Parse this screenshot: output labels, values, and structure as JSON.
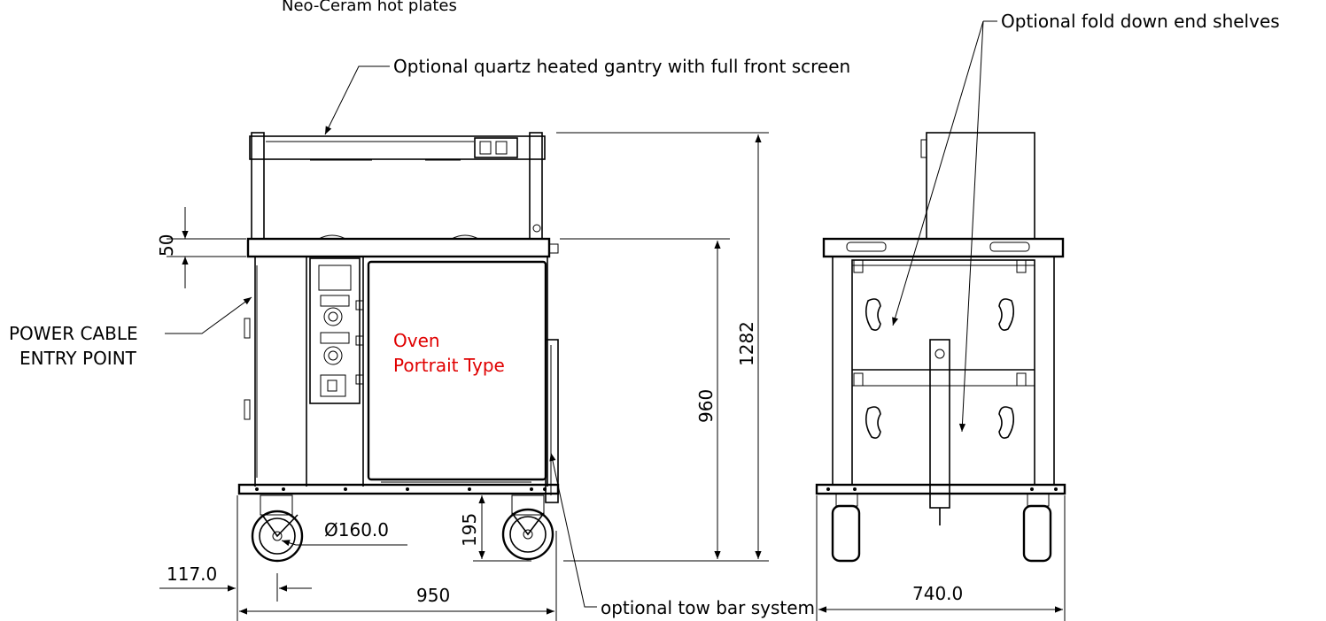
{
  "labels": {
    "top_note": "Neo-Ceram hot plates",
    "fold_shelves": "Optional fold down end shelves",
    "gantry": "Optional quartz heated gantry with full front screen",
    "power_cable_line1": "POWER CABLE",
    "power_cable_line2": "ENTRY POINT",
    "oven_line1": "Oven",
    "oven_line2": "Portrait Type",
    "tow_bar": "optional tow bar system"
  },
  "dimensions": {
    "shelf_thickness": "50",
    "overall_height": "1282",
    "counter_height": "960",
    "clearance": "195",
    "wheel_diameter": "Ø160.0",
    "wheel_offset": "117.0",
    "length": "950",
    "width": "740.0"
  },
  "colors": {
    "line": "#000000",
    "oven_text": "#e00000",
    "background": "#ffffff"
  }
}
